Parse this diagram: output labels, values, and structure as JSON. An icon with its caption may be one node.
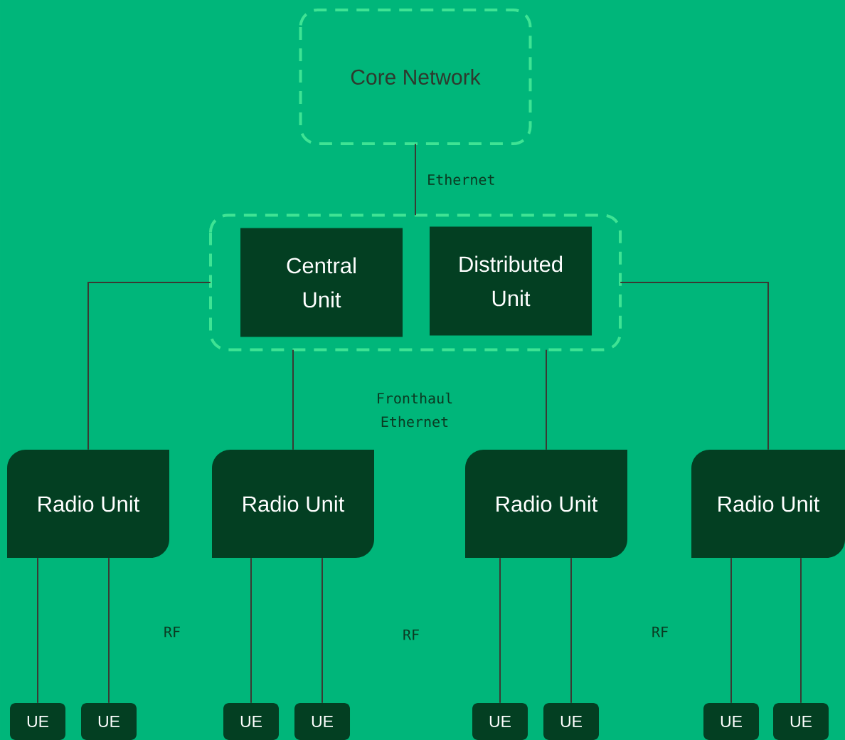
{
  "diagram": {
    "nodes": [
      {
        "text": [
          "Core Network"
        ]
      },
      {
        "text": [],
        "shape": "box"
      },
      {
        "text": [
          "Central Unit"
        ],
        "in": 1
      },
      {
        "text": [
          "Distributed Unit"
        ],
        "in": 1
      },
      {
        "text": [
          "Radio Unit"
        ]
      },
      {
        "text": [
          "Radio Unit"
        ]
      },
      {
        "text": [
          "Radio Unit"
        ]
      },
      {
        "text": [
          "Radio Unit"
        ]
      },
      {
        "text": [
          "UE"
        ]
      },
      {
        "text": [
          "UE"
        ]
      },
      {
        "text": [
          "UE"
        ]
      },
      {
        "text": [
          "UE"
        ]
      },
      {
        "text": [
          "UE"
        ]
      },
      {
        "text": [
          "UE"
        ]
      },
      {
        "text": [
          "UE"
        ]
      },
      {
        "text": [
          "UE"
        ]
      }
    ],
    "edges": [
      {
        "from": 0,
        "to": 1,
        "arrow": "none",
        "label": "Ethernet"
      },
      {
        "from": 1,
        "to": 4,
        "arrow": "none"
      },
      {
        "from": 1,
        "to": 5,
        "arrow": "none"
      },
      {
        "from": 1,
        "to": 6,
        "arrow": "none"
      },
      {
        "from": 1,
        "to": 7,
        "arrow": "none"
      },
      {
        "from": 4,
        "to": 8,
        "arrow": "none"
      },
      {
        "from": 4,
        "to": 9,
        "arrow": "none"
      },
      {
        "from": 5,
        "to": 10,
        "arrow": "none"
      },
      {
        "from": 5,
        "to": 11,
        "arrow": "none"
      },
      {
        "from": 6,
        "to": 12,
        "arrow": "none"
      },
      {
        "from": 6,
        "to": 13,
        "arrow": "none"
      },
      {
        "from": 7,
        "to": 14,
        "arrow": "none"
      },
      {
        "from": 7,
        "to": 15,
        "arrow": "none"
      }
    ],
    "labels": [
      "Fronthaul Ethernet",
      "RF",
      "RF",
      "RF"
    ]
  }
}
